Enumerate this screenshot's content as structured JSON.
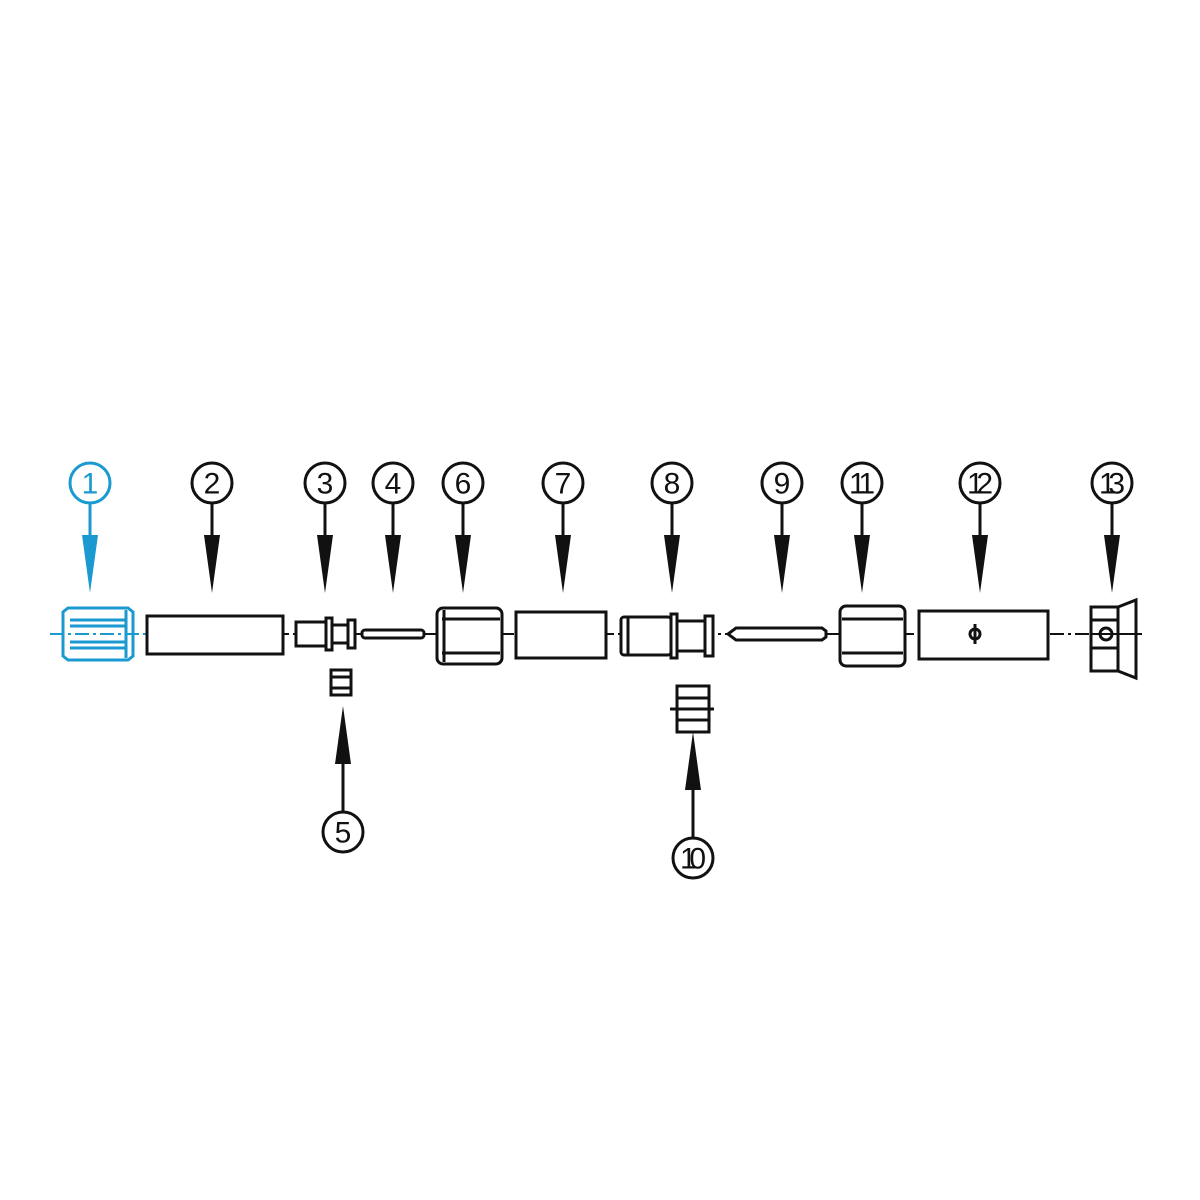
{
  "title": "Exploded assembly diagram",
  "highlight_color": "#1a9ad0",
  "line_color": "#111111",
  "callouts": [
    {
      "label": "1",
      "highlighted": true
    },
    {
      "label": "2"
    },
    {
      "label": "3"
    },
    {
      "label": "4"
    },
    {
      "label": "5"
    },
    {
      "label": "6"
    },
    {
      "label": "7"
    },
    {
      "label": "8"
    },
    {
      "label": "9"
    },
    {
      "label": "10"
    },
    {
      "label": "11"
    },
    {
      "label": "12"
    },
    {
      "label": "13"
    }
  ]
}
